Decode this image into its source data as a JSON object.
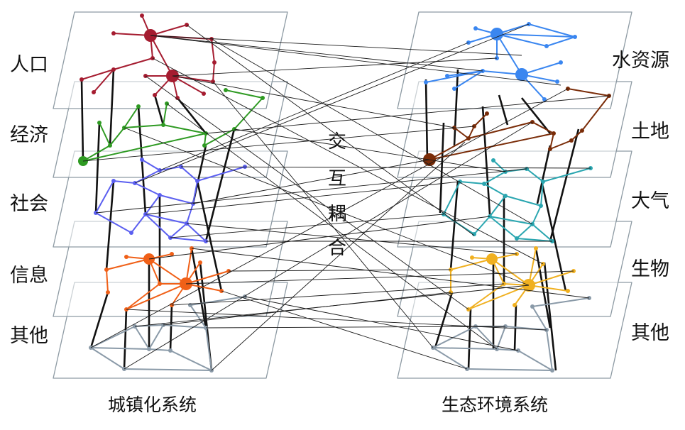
{
  "left_system": {
    "caption": "城镇化系统",
    "layers": [
      {
        "label": "人口",
        "color": "#a51c30"
      },
      {
        "label": "经济",
        "color": "#2e9a22"
      },
      {
        "label": "社会",
        "color": "#5b5ff0"
      },
      {
        "label": "信息",
        "color": "#f06018"
      },
      {
        "label": "其他",
        "color": "#8a9aa8"
      }
    ]
  },
  "right_system": {
    "caption": "生态环境系统",
    "layers": [
      {
        "label": "水资源",
        "color": "#3a86f0"
      },
      {
        "label": "土地",
        "color": "#7a2c08"
      },
      {
        "label": "大气",
        "color": "#2aa6b0"
      },
      {
        "label": "生物",
        "color": "#f0b020"
      },
      {
        "label": "其他",
        "color": "#8a9aa8"
      }
    ]
  },
  "center_text": [
    "交",
    "互",
    "耦",
    "合"
  ]
}
